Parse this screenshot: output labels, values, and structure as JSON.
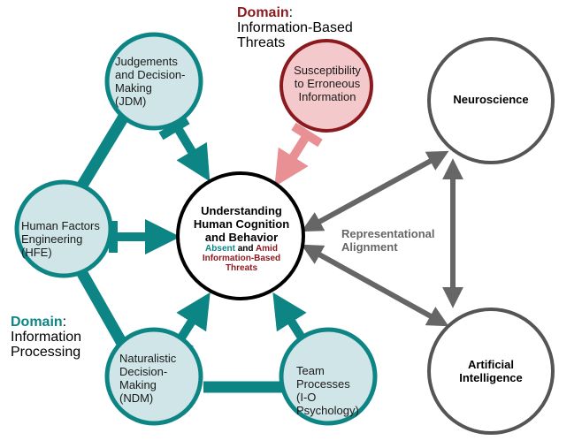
{
  "colors": {
    "teal": "#0e8585",
    "teal_fill": "#cfe5e7",
    "red": "#8b1a1f",
    "red_fill": "#f4c9cc",
    "pink_arrow": "#e89093",
    "gray_arrow": "#666666"
  },
  "domain_threats": {
    "key": "Domain",
    "suffix": ":",
    "line1": "Information-Based",
    "line2": "Threats"
  },
  "domain_processing": {
    "key": "Domain",
    "suffix": ":",
    "line1": "Information",
    "line2": "Processing"
  },
  "nodes": {
    "jdm": {
      "line1": "Judgements",
      "line2": "and Decision-",
      "line3": "Making",
      "line4": "(JDM)"
    },
    "hfe": {
      "line1": "Human Factors",
      "line2": "Engineering",
      "line3": "(HFE)"
    },
    "ndm": {
      "line1": "Naturalistic",
      "line2": "Decision-",
      "line3": "Making",
      "line4": "(NDM)"
    },
    "team": {
      "line1": "Team",
      "line2": "Processes",
      "line3": "(I-O",
      "line4": "Psychology)"
    },
    "susceptibility": {
      "line1": "Susceptibility",
      "line2": "to Erroneous",
      "line3": "Information"
    },
    "center": {
      "line1": "Understanding",
      "line2": "Human Cognition",
      "line3": "and Behavior",
      "absent": "Absent",
      "and": "and",
      "amid": "Amid",
      "line5": "Information-Based",
      "line6": "Threats"
    },
    "neuroscience": {
      "label": "Neuroscience"
    },
    "ai": {
      "line1": "Artificial",
      "line2": "Intelligence"
    }
  },
  "representational_alignment": {
    "line1": "Representational",
    "line2": "Alignment"
  }
}
